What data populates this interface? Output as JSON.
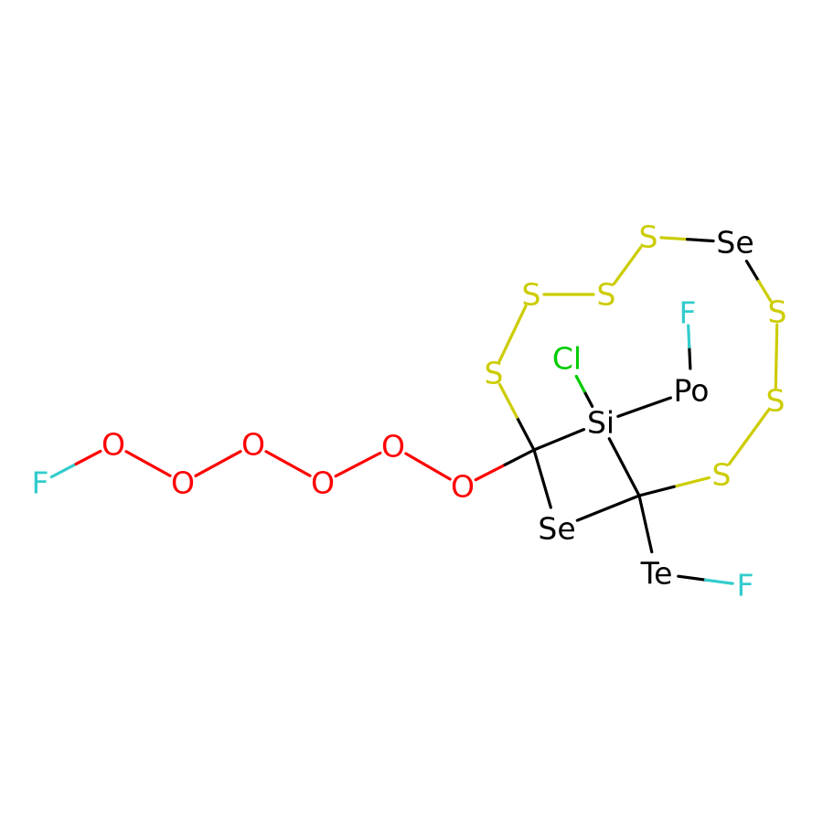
{
  "colors": {
    "background": "#FFFFFF",
    "carbon": "#000000",
    "oxygen": "#FF0000",
    "fluorine": "#33CCCC",
    "sulfur": "#CCCC00",
    "chlorine": "#00CC00",
    "heteroatom_dark": "#000000"
  },
  "atoms": [
    {
      "id": "F1",
      "label": "F",
      "element": "F"
    },
    {
      "id": "O1",
      "label": "O",
      "element": "O"
    },
    {
      "id": "O2",
      "label": "O",
      "element": "O"
    },
    {
      "id": "O3",
      "label": "O",
      "element": "O"
    },
    {
      "id": "O4",
      "label": "O",
      "element": "O"
    },
    {
      "id": "O5",
      "label": "O",
      "element": "O"
    },
    {
      "id": "O6",
      "label": "O",
      "element": "O"
    },
    {
      "id": "C1",
      "label": "",
      "element": "C"
    },
    {
      "id": "Se1",
      "label": "Se",
      "element": "Se"
    },
    {
      "id": "C2",
      "label": "",
      "element": "C"
    },
    {
      "id": "Si1",
      "label": "Si",
      "element": "Si"
    },
    {
      "id": "Cl1",
      "label": "Cl",
      "element": "Cl"
    },
    {
      "id": "Po1",
      "label": "Po",
      "element": "Po"
    },
    {
      "id": "F2",
      "label": "F",
      "element": "F"
    },
    {
      "id": "Te1",
      "label": "Te",
      "element": "Te"
    },
    {
      "id": "F3",
      "label": "F",
      "element": "F"
    },
    {
      "id": "S1",
      "label": "S",
      "element": "S"
    },
    {
      "id": "S2",
      "label": "S",
      "element": "S"
    },
    {
      "id": "S3",
      "label": "S",
      "element": "S"
    },
    {
      "id": "Se2",
      "label": "Se",
      "element": "Se"
    },
    {
      "id": "S4",
      "label": "S",
      "element": "S"
    },
    {
      "id": "S5",
      "label": "S",
      "element": "S"
    },
    {
      "id": "S6",
      "label": "S",
      "element": "S"
    },
    {
      "id": "S7",
      "label": "S",
      "element": "S"
    }
  ],
  "bonds": [
    [
      "F1",
      "O1"
    ],
    [
      "O1",
      "O2"
    ],
    [
      "O2",
      "O3"
    ],
    [
      "O3",
      "O4"
    ],
    [
      "O4",
      "O5"
    ],
    [
      "O5",
      "O6"
    ],
    [
      "O6",
      "C1"
    ],
    [
      "C1",
      "Se1"
    ],
    [
      "Se1",
      "C2"
    ],
    [
      "C2",
      "Si1"
    ],
    [
      "Si1",
      "C1"
    ],
    [
      "Si1",
      "Cl1"
    ],
    [
      "Si1",
      "Po1"
    ],
    [
      "Po1",
      "F2"
    ],
    [
      "C2",
      "Te1"
    ],
    [
      "Te1",
      "F3"
    ],
    [
      "C1",
      "S7"
    ],
    [
      "S7",
      "S6"
    ],
    [
      "S6",
      "S5"
    ],
    [
      "S5",
      "S4"
    ],
    [
      "S4",
      "Se2"
    ],
    [
      "Se2",
      "S3"
    ],
    [
      "S3",
      "S2"
    ],
    [
      "S2",
      "S1"
    ],
    [
      "S1",
      "C2"
    ]
  ]
}
